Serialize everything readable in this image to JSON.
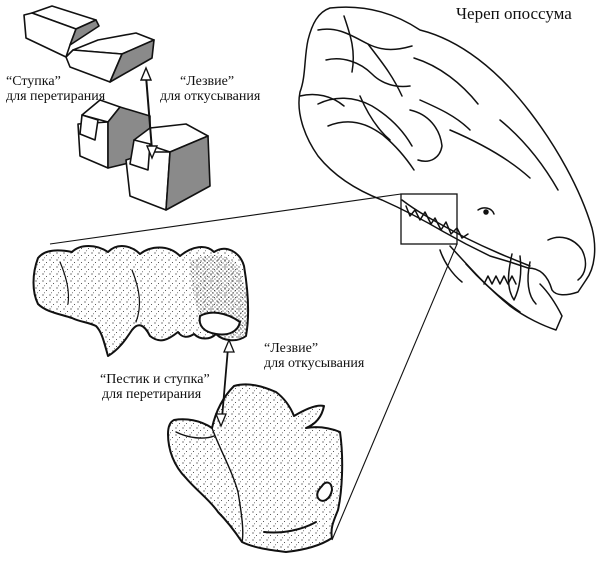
{
  "title": "Череп опоссума",
  "labels": {
    "upper_mortar": {
      "line1": "“Ступка”",
      "line2": "для перетирания"
    },
    "upper_blade": {
      "line1": "“Лезвие”",
      "line2": "для откусывания"
    },
    "lower_blade": {
      "line1": "“Лезвие”",
      "line2": "для откусывания"
    },
    "lower_pestle": {
      "line1": "“Пестик и ступка”",
      "line2": "для перетирания"
    }
  },
  "colors": {
    "ink": "#111111",
    "shade": "#8a8a8a",
    "paper": "#ffffff"
  }
}
